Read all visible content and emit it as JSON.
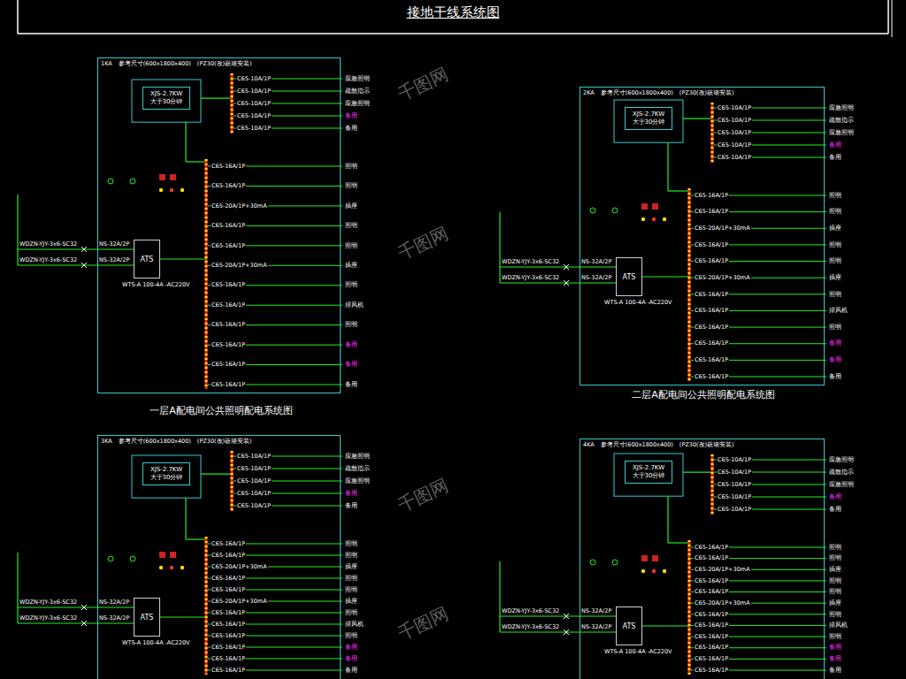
{
  "diagram": {
    "title": "接地干线系统图",
    "nodes": [
      {
        "text": [
          "1KA",
          "参考尺寸(600x1800x400)",
          "(PZ30(改)嵌墙安装)"
        ]
      },
      {
        "text": [
          "XJS-2.7KW 大于30分钟"
        ],
        "in": 0
      },
      {
        "text": [
          "ATS"
        ],
        "in": 0
      },
      {
        "text": [
          "2KA",
          "参考尺寸(600x1800x400)",
          "(PZ30(改)嵌墙安装)"
        ]
      },
      {
        "text": [
          "XJS-2.7KW 大于30分钟"
        ],
        "in": 3
      },
      {
        "text": [
          "ATS"
        ],
        "in": 3
      },
      {
        "text": [
          "3KA",
          "参考尺寸(600x1800x400)",
          "(PZ30(改)嵌墙安装)"
        ]
      },
      {
        "text": [
          "XJS-2.7KW 大于30分钟"
        ],
        "in": 6
      },
      {
        "text": [
          "ATS"
        ],
        "in": 6
      },
      {
        "text": [
          "4KA",
          "参考尺寸(600x1800x400)",
          "(PZ30(改)嵌墙安装)"
        ]
      },
      {
        "text": [
          "XJS-2.7KW 大于30分钟"
        ],
        "in": 9
      },
      {
        "text": [
          "ATS"
        ],
        "in": 9
      }
    ],
    "labels": [
      "WDZN-YJY-3x6-SC32",
      "WDZN-YJY-3x6-SC32",
      "NS-32A/2P",
      "NS-32A/2P",
      "WTS-A 100-4A -AC220V",
      "C65-10A/1P",
      "应急照明",
      "C65-10A/1P",
      "疏散指示",
      "C65-10A/1P",
      "应急照明",
      "C65-10A/1P",
      "备用",
      "C65-10A/1P",
      "备用",
      "C65-16A/1P",
      "照明",
      "C65-16A/1P",
      "照明",
      "C65-20A/1P+30mA",
      "插座",
      "C65-16A/1P",
      "照明",
      "C65-16A/1P",
      "照明",
      "C65-20A/1P+30mA",
      "插座",
      "C65-16A/1P",
      "照明",
      "C65-16A/1P",
      "排风机",
      "C65-16A/1P",
      "照明",
      "C65-16A/1P",
      "备用",
      "C65-16A/1P",
      "备用",
      "C65-16A/1P",
      "备用",
      "WDZN-YJY-3x6-SC32",
      "WDZN-YJY-3x6-SC32",
      "NS-32A/2P",
      "NS-32A/2P",
      "WTS-A 100-4A -AC220V",
      "C65-10A/1P",
      "应急照明",
      "C65-10A/1P",
      "疏散指示",
      "C65-10A/1P",
      "应急照明",
      "C65-10A/1P",
      "备用",
      "C65-10A/1P",
      "备用",
      "C65-16A/1P",
      "照明",
      "C65-16A/1P",
      "照明",
      "C65-20A/1P+30mA",
      "插座",
      "C65-16A/1P",
      "照明",
      "C65-16A/1P",
      "照明",
      "C65-20A/1P+30mA",
      "插座",
      "C65-16A/1P",
      "照明",
      "C65-16A/1P",
      "排风机",
      "C65-16A/1P",
      "照明",
      "C65-16A/1P",
      "备用",
      "C65-16A/1P",
      "备用",
      "C65-16A/1P",
      "备用",
      "WDZN-YJY-3x6-SC32",
      "WDZN-YJY-3x6-SC32",
      "NS-32A/2P",
      "NS-32A/2P",
      "WTS-A 100-4A -AC220V",
      "C65-10A/1P",
      "应急照明",
      "C65-10A/1P",
      "疏散指示",
      "C65-10A/1P",
      "应急照明",
      "C65-10A/1P",
      "备用",
      "C65-10A/1P",
      "备用",
      "C65-16A/1P",
      "照明",
      "C65-16A/1P",
      "照明",
      "C65-20A/1P+30mA",
      "插座",
      "C65-16A/1P",
      "照明",
      "C65-16A/1P",
      "照明",
      "C65-20A/1P+30mA",
      "插座",
      "C65-16A/1P",
      "照明",
      "C65-16A/1P",
      "排风机",
      "C65-16A/1P",
      "照明",
      "C65-16A/1P",
      "备用",
      "C65-16A/1P",
      "备用",
      "C65-16A/1P",
      "备用",
      "WDZN-YJY-3x6-SC32",
      "WDZN-YJY-3x6-SC32",
      "NS-32A/2P",
      "NS-32A/2P",
      "WTS-A 100-4A -AC220V",
      "C65-10A/1P",
      "应急照明",
      "C65-10A/1P",
      "疏散指示",
      "C65-10A/1P",
      "应急照明",
      "C65-10A/1P",
      "备用",
      "C65-10A/1P",
      "备用",
      "C65-16A/1P",
      "照明",
      "C65-16A/1P",
      "照明",
      "C65-20A/1P+30mA",
      "插座",
      "C65-16A/1P",
      "照明",
      "C65-16A/1P",
      "照明",
      "C65-20A/1P+30mA",
      "插座",
      "C65-16A/1P",
      "照明",
      "C65-16A/1P",
      "排风机",
      "C65-16A/1P",
      "照明",
      "C65-16A/1P",
      "备用",
      "C65-16A/1P",
      "备用",
      "C65-16A/1P",
      "备用",
      "一层A配电间公共照明配电系统图",
      "二层A配电间公共照明配电系统图",
      "千图网",
      "千图网",
      "千图网",
      "千图网"
    ]
  }
}
